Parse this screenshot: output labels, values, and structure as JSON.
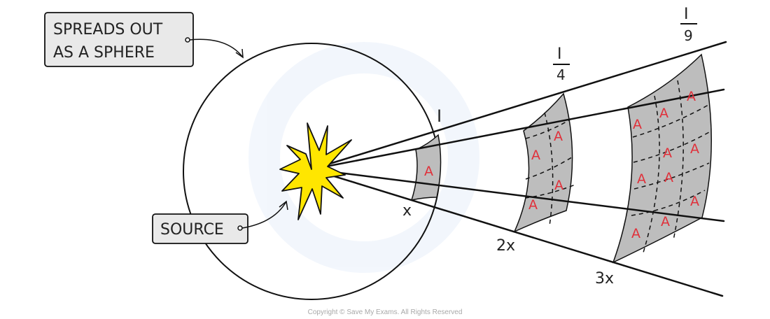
{
  "labels": {
    "callout_sphere_line1": "SPREADS OUT",
    "callout_sphere_line2": "AS A SPHERE",
    "callout_source": "SOURCE",
    "intensity_1": "I",
    "intensity_2_num": "I",
    "intensity_2_den": "4",
    "intensity_3_num": "I",
    "intensity_3_den": "9",
    "distance_1": "x",
    "distance_2": "2x",
    "distance_3": "3x",
    "area_unit": "A"
  },
  "copyright": "Copyright © Save My Exams. All Rights Reserved",
  "colors": {
    "patch_fill": "#bdbdbd",
    "star_fill": "#ffe600",
    "area_text": "#e0303a"
  }
}
